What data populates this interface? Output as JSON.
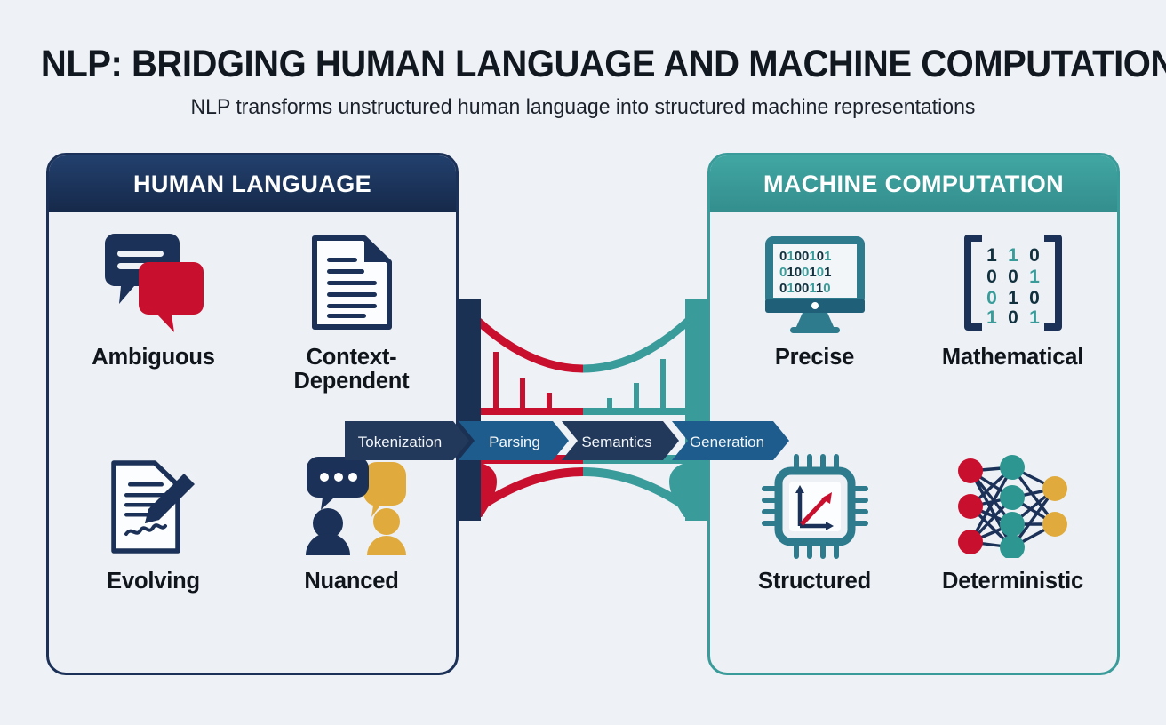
{
  "header": {
    "title": "NLP: Bridging Human Language and Machine Computation",
    "subtitle": "NLP transforms unstructured human language into structured machine representations"
  },
  "colors": {
    "background": "#eef1f6",
    "navy": "#1b3157",
    "teal": "#3a9c9a",
    "crimson": "#c8102e",
    "gold": "#e0ab3c",
    "chevron_dark": "#22395c",
    "chevron_light": "#1d5c8c"
  },
  "panels": [
    {
      "id": "human",
      "title": "Human Language",
      "features": [
        {
          "label": "Ambiguous",
          "icon": "speech-bubbles-icon"
        },
        {
          "label": "Context-Dependent",
          "icon": "document-icon"
        },
        {
          "label": "Evolving",
          "icon": "document-pen-icon"
        },
        {
          "label": "Nuanced",
          "icon": "people-speech-icon"
        }
      ]
    },
    {
      "id": "machine",
      "title": "Machine Computation",
      "features": [
        {
          "label": "Precise",
          "icon": "monitor-binary-icon"
        },
        {
          "label": "Mathematical",
          "icon": "matrix-icon"
        },
        {
          "label": "Structured",
          "icon": "chip-graph-icon"
        },
        {
          "label": "Deterministic",
          "icon": "neural-network-icon"
        }
      ]
    }
  ],
  "bridge": {
    "name": "suspension-bridge-illustration",
    "left_tower_color": "#1b3153",
    "right_tower_color": "#3a9b9b",
    "left_cable_color": "#c8102e",
    "right_cable_color": "#3a9b9b"
  },
  "pipeline": {
    "name": "nlp-pipeline",
    "steps": [
      {
        "label": "Tokenization",
        "tone": "dark"
      },
      {
        "label": "Parsing",
        "tone": "light"
      },
      {
        "label": "Semantics",
        "tone": "dark"
      },
      {
        "label": "Generation",
        "tone": "light"
      }
    ]
  },
  "icon_content": {
    "monitor_binary_rows": [
      "0100101",
      "0100101",
      "0100110"
    ],
    "matrix_rows": [
      [
        "1",
        "1",
        "0"
      ],
      [
        "0",
        "0",
        "1"
      ],
      [
        "0",
        "1",
        "0"
      ],
      [
        "1",
        "0",
        "1"
      ]
    ]
  }
}
